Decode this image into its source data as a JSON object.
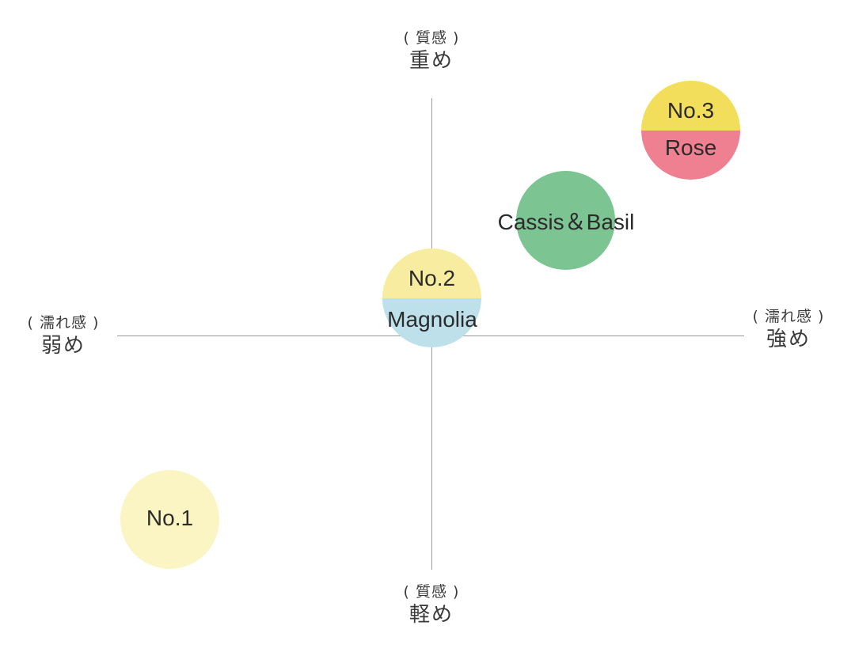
{
  "chart_data": {
    "type": "scatter",
    "title": "",
    "xlabel": "(濡れ感)",
    "ylabel": "(質感)",
    "axes": {
      "x": {
        "category": "(濡れ感)",
        "min_label": "弱め",
        "max_label": "強め"
      },
      "y": {
        "category": "(質感)",
        "min_label": "軽め",
        "max_label": "重め"
      }
    },
    "xlim": [
      -1,
      1
    ],
    "ylim": [
      -1,
      1
    ],
    "grid": false,
    "legend": "none",
    "points": [
      {
        "id": "No.1",
        "label": "No.1",
        "x": -0.84,
        "y": -0.78,
        "colors": [
          "#fbf5c4"
        ]
      },
      {
        "id": "No.2",
        "label": "No.2",
        "sublabel": "Magnolia",
        "x": 0.0,
        "y": 0.15,
        "colors": [
          "#f7eca0",
          "#bde0ea"
        ]
      },
      {
        "id": "Cassis&Basil",
        "label": "Cassis＆Basil",
        "x": 0.43,
        "y": 0.5,
        "colors": [
          "#7cc492"
        ]
      },
      {
        "id": "No.3",
        "label": "No.3",
        "sublabel": "Rose",
        "x": 0.83,
        "y": 0.86,
        "colors": [
          "#f2de5b",
          "#ee8091"
        ]
      }
    ]
  },
  "axis_labels": {
    "top": {
      "sub": "( 質感 )",
      "main": "重め"
    },
    "bottom": {
      "sub": "( 質感 )",
      "main": "軽め"
    },
    "left": {
      "sub": "( 濡れ感 )",
      "main": "弱め"
    },
    "right": {
      "sub": "( 濡れ感 )",
      "main": "強め"
    }
  },
  "bubbles": {
    "no1": {
      "label": "No.1",
      "color": "#fbf5c4"
    },
    "no2": {
      "top_label": "No.2",
      "bottom_label": "Magnolia",
      "top_color": "#f7eca0",
      "bottom_color": "#bde0ea"
    },
    "cassis": {
      "label": "Cassis＆Basil",
      "color": "#7cc492"
    },
    "no3": {
      "top_label": "No.3",
      "bottom_label": "Rose",
      "top_color": "#f2de5b",
      "bottom_color": "#ee8091"
    }
  }
}
